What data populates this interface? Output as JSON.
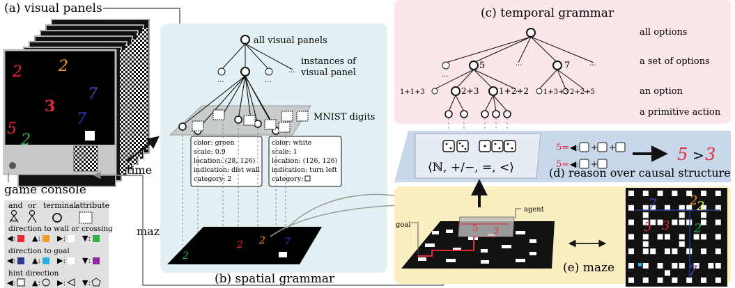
{
  "labels": {
    "visual_panels": "(a) visual panels",
    "time": "time",
    "game_console": "game console",
    "maze_arrow": "maze",
    "spatial_grammar": "(b) spatial grammar",
    "temporal_grammar": "(c) temporal grammar",
    "reason": "(d) reason over causal structure",
    "maze_panel": "(e) maze",
    "all_visual_panels": "all visual panels",
    "instances_line1": "instances of",
    "instances_line2": "visual panel",
    "mnist_digits": "MNIST digits",
    "all_options": "all options",
    "set_of_options": "a set of  options",
    "an_option": "an option",
    "primitive_action": "a primitive action",
    "ellipsis": "...",
    "agent": "agent",
    "goal": "goal"
  },
  "attr_box_green": {
    "color": "color: green",
    "scale": "scale: 0.9",
    "location": "location: (28, 126)",
    "indication": "indication: dist wall",
    "category": "category: 2"
  },
  "attr_box_white": {
    "color": "color: white",
    "scale": "scale: 1",
    "location": "location: (126, 126)",
    "indication": "indication: turn left",
    "category": "category: "
  },
  "temporal_nodes": {
    "n5": "5",
    "n7": "7",
    "opt_113": "1+1+3",
    "opt_23": "2+3",
    "opt_122": "1+2+2",
    "opt_133": "1+3+3",
    "opt_225": "2+2+5"
  },
  "formula": "⟨ℕ, +/−, =, <⟩",
  "reason_eq": {
    "five_label": "5=",
    "plus": "+",
    "result_left": "5",
    "gt": ">",
    "result_right": "3"
  },
  "maze_numbers": {
    "five": "5",
    "three": "3"
  },
  "legend": {
    "and": "and",
    "or": "or",
    "terminal": "terminal",
    "attribute": "attribute",
    "dir_wall": "direction to wall or crossing",
    "dir_goal": "direction to goal",
    "hint": "hint direction"
  },
  "panel_digits": [
    "2",
    "2",
    "3",
    "7",
    "7",
    "5",
    "2"
  ],
  "colors": {
    "spatial_bg": "#e3f1f5",
    "temporal_bg": "#fbe6ea",
    "reason_bg": "#c9d7ea",
    "maze_bg": "#fbeec1",
    "legend_bg": "#e0e0e0",
    "red": "#e8273b",
    "orange": "#f39c24",
    "green": "#2fb24a",
    "blue": "#2a3b8f",
    "cyan": "#29aee3",
    "purple": "#8e2a9e"
  }
}
